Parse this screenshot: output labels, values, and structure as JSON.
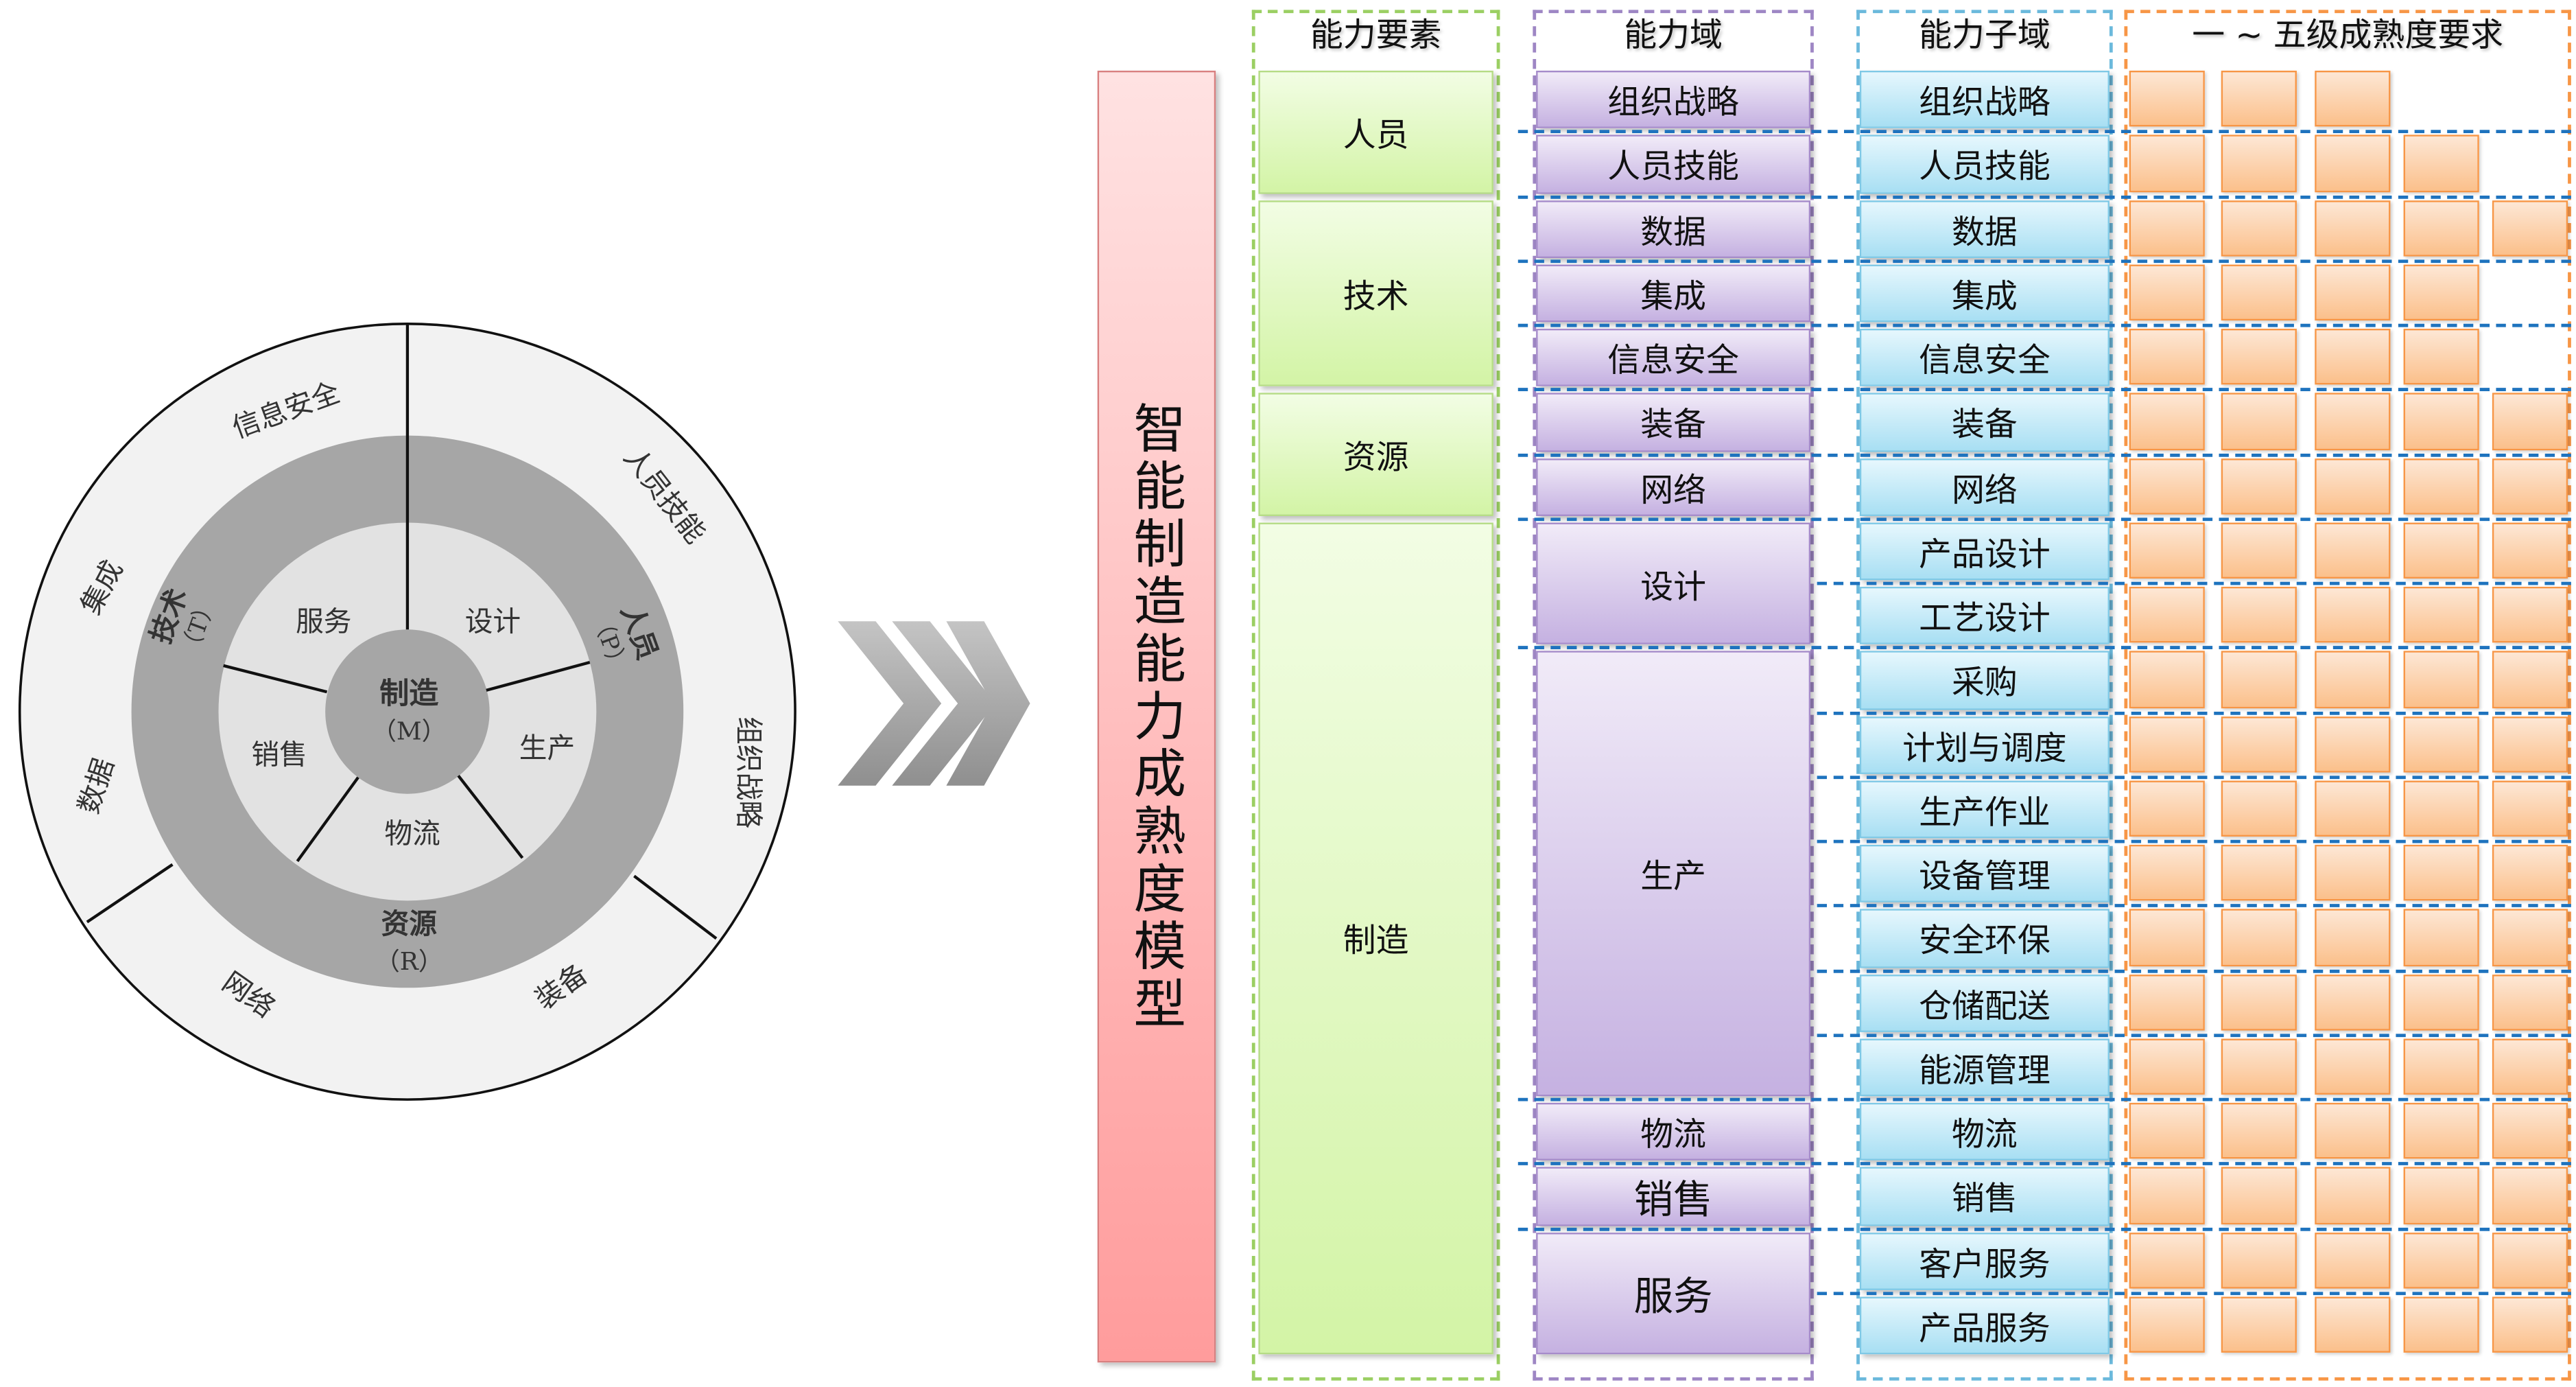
{
  "wheel": {
    "center": {
      "name": "制造",
      "code": "（M）"
    },
    "middle": [
      {
        "name": "技术",
        "code": "（T）"
      },
      {
        "name": "人员",
        "code": "（P）"
      },
      {
        "name": "资源",
        "code": "（R）"
      }
    ],
    "inner": [
      "服务",
      "设计",
      "生产",
      "物流",
      "销售"
    ],
    "outer": [
      "信息安全",
      "人员技能",
      "组织战略",
      "装备",
      "网络",
      "数据",
      "集成"
    ]
  },
  "arrow_icon": "triple-chevron-right",
  "model": {
    "title": "智能制造能力成熟度模型",
    "headers": {
      "element": "能力要素",
      "domain": "能力域",
      "subdomain": "能力子域",
      "levels": "一 ~ 五级成熟度要求"
    },
    "elements": [
      {
        "label": "人员",
        "span": 2
      },
      {
        "label": "技术",
        "span": 3
      },
      {
        "label": "资源",
        "span": 2
      },
      {
        "label": "制造",
        "span": 13
      }
    ],
    "domains": [
      {
        "label": "组织战略",
        "span": 1
      },
      {
        "label": "人员技能",
        "span": 1
      },
      {
        "label": "数据",
        "span": 1
      },
      {
        "label": "集成",
        "span": 1
      },
      {
        "label": "信息安全",
        "span": 1
      },
      {
        "label": "装备",
        "span": 1
      },
      {
        "label": "网络",
        "span": 1
      },
      {
        "label": "设计",
        "span": 2
      },
      {
        "label": "生产",
        "span": 7
      },
      {
        "label": "物流",
        "span": 1
      },
      {
        "label": "销售",
        "span": 1
      },
      {
        "label": "服务",
        "span": 2
      }
    ],
    "subdomains": [
      {
        "label": "组织战略",
        "levels": 3
      },
      {
        "label": "人员技能",
        "levels": 4
      },
      {
        "label": "数据",
        "levels": 5
      },
      {
        "label": "集成",
        "levels": 4
      },
      {
        "label": "信息安全",
        "levels": 4
      },
      {
        "label": "装备",
        "levels": 5
      },
      {
        "label": "网络",
        "levels": 5
      },
      {
        "label": "产品设计",
        "levels": 5
      },
      {
        "label": "工艺设计",
        "levels": 5
      },
      {
        "label": "采购",
        "levels": 5
      },
      {
        "label": "计划与调度",
        "levels": 5
      },
      {
        "label": "生产作业",
        "levels": 5
      },
      {
        "label": "设备管理",
        "levels": 5
      },
      {
        "label": "安全环保",
        "levels": 5
      },
      {
        "label": "仓储配送",
        "levels": 5
      },
      {
        "label": "能源管理",
        "levels": 5
      },
      {
        "label": "物流",
        "levels": 5
      },
      {
        "label": "销售",
        "levels": 5
      },
      {
        "label": "客户服务",
        "levels": 5
      },
      {
        "label": "产品服务",
        "levels": 5
      }
    ],
    "colors": {
      "element": "#d3f4a6",
      "domain": "#c5b1e1",
      "subdomain": "#a8dff3",
      "level": "#fbc08b",
      "title": "#ff9c9c"
    }
  }
}
